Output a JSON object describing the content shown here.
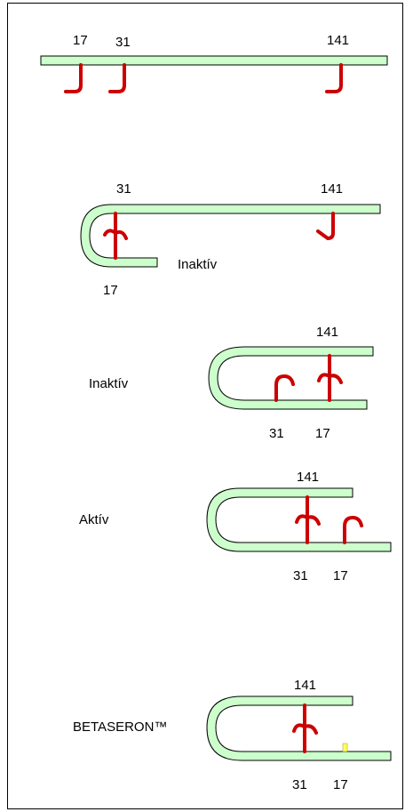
{
  "colors": {
    "strand_fill": "#ccffcc",
    "strand_stroke": "#000000",
    "cysteine": "#cc0000",
    "serine_mark": "#ffff66",
    "background": "#ffffff"
  },
  "panel_1": {
    "labels": [
      "17",
      "31",
      "141"
    ]
  },
  "panel_2": {
    "top_labels": [
      "31",
      "141"
    ],
    "bottom_label": "17",
    "state_label": "Inaktív"
  },
  "panel_3": {
    "state_label": "Inaktív",
    "top_label": "141",
    "bottom_labels": [
      "31",
      "17"
    ]
  },
  "panel_4": {
    "state_label": "Aktív",
    "top_label": "141",
    "bottom_labels": [
      "31",
      "17"
    ]
  },
  "panel_5": {
    "state_label": "BETASERON™",
    "top_label": "141",
    "bottom_labels": [
      "31",
      "17"
    ]
  }
}
